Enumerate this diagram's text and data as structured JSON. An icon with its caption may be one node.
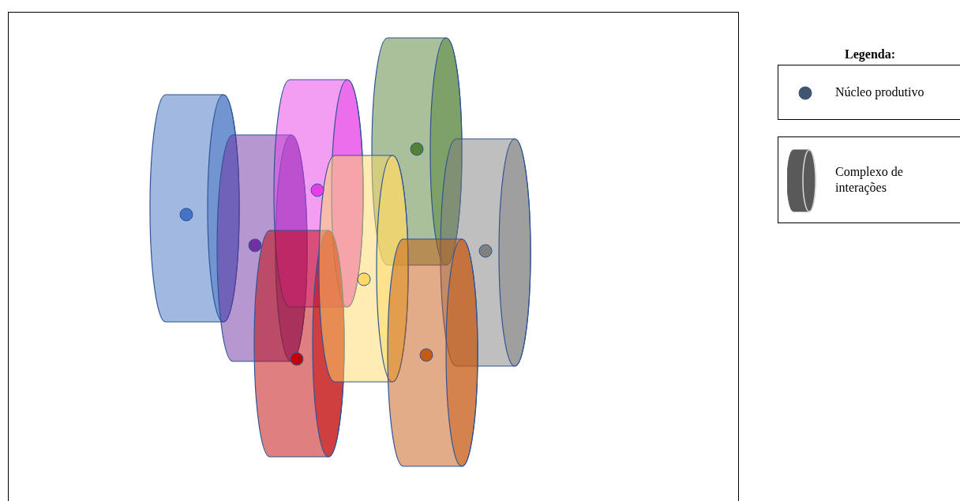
{
  "diagram": {
    "labels": [
      "Legenda:"
    ],
    "legend": [
      {
        "text": "Núcleo produtivo"
      },
      {
        "text": "Complexo de interações"
      }
    ]
  }
}
